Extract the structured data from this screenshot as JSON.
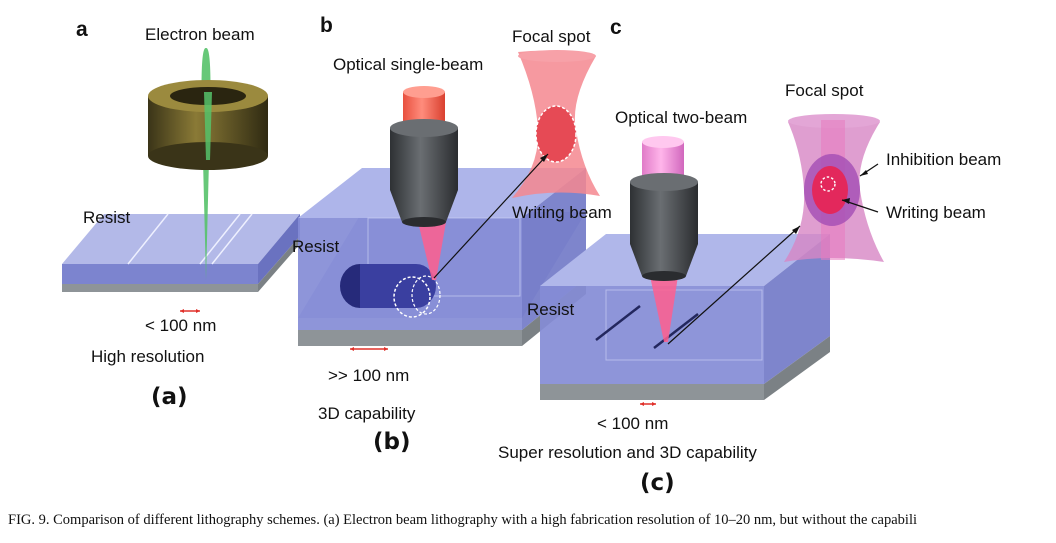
{
  "panels": {
    "a": {
      "letter": "a",
      "electron_beam": "Electron beam",
      "resist": "Resist",
      "scale": "< 100 nm",
      "feature": "High resolution",
      "paren": "(a)"
    },
    "b": {
      "letter": "b",
      "optical": "Optical single-beam",
      "focal_spot": "Focal spot",
      "writing_beam": "Writing beam",
      "resist": "Resist",
      "scale": ">> 100 nm",
      "feature": "3D capability",
      "paren": "(b)"
    },
    "c": {
      "letter": "c",
      "optical": "Optical two-beam",
      "focal_spot": "Focal spot",
      "inhibition_beam": "Inhibition beam",
      "writing_beam": "Writing beam",
      "resist": "Resist",
      "scale": "< 100 nm",
      "feature": "Super resolution and 3D capability",
      "paren": "(c)"
    }
  },
  "caption": "FIG. 9. Comparison of different lithography schemes. (a) Electron beam lithography with a high fabrication resolution of 10–20 nm, but without the capabili",
  "colors": {
    "resist_top": "#aab2e6",
    "resist_front": "#7a83cf",
    "substrate": "#9aa0a4",
    "lens_body": "#4a4d50",
    "electron_beam": "#56c26a",
    "writing_beam": "#ff5f8e",
    "focal_spot": "#f07a86",
    "inhibition": "#c67ec6"
  }
}
